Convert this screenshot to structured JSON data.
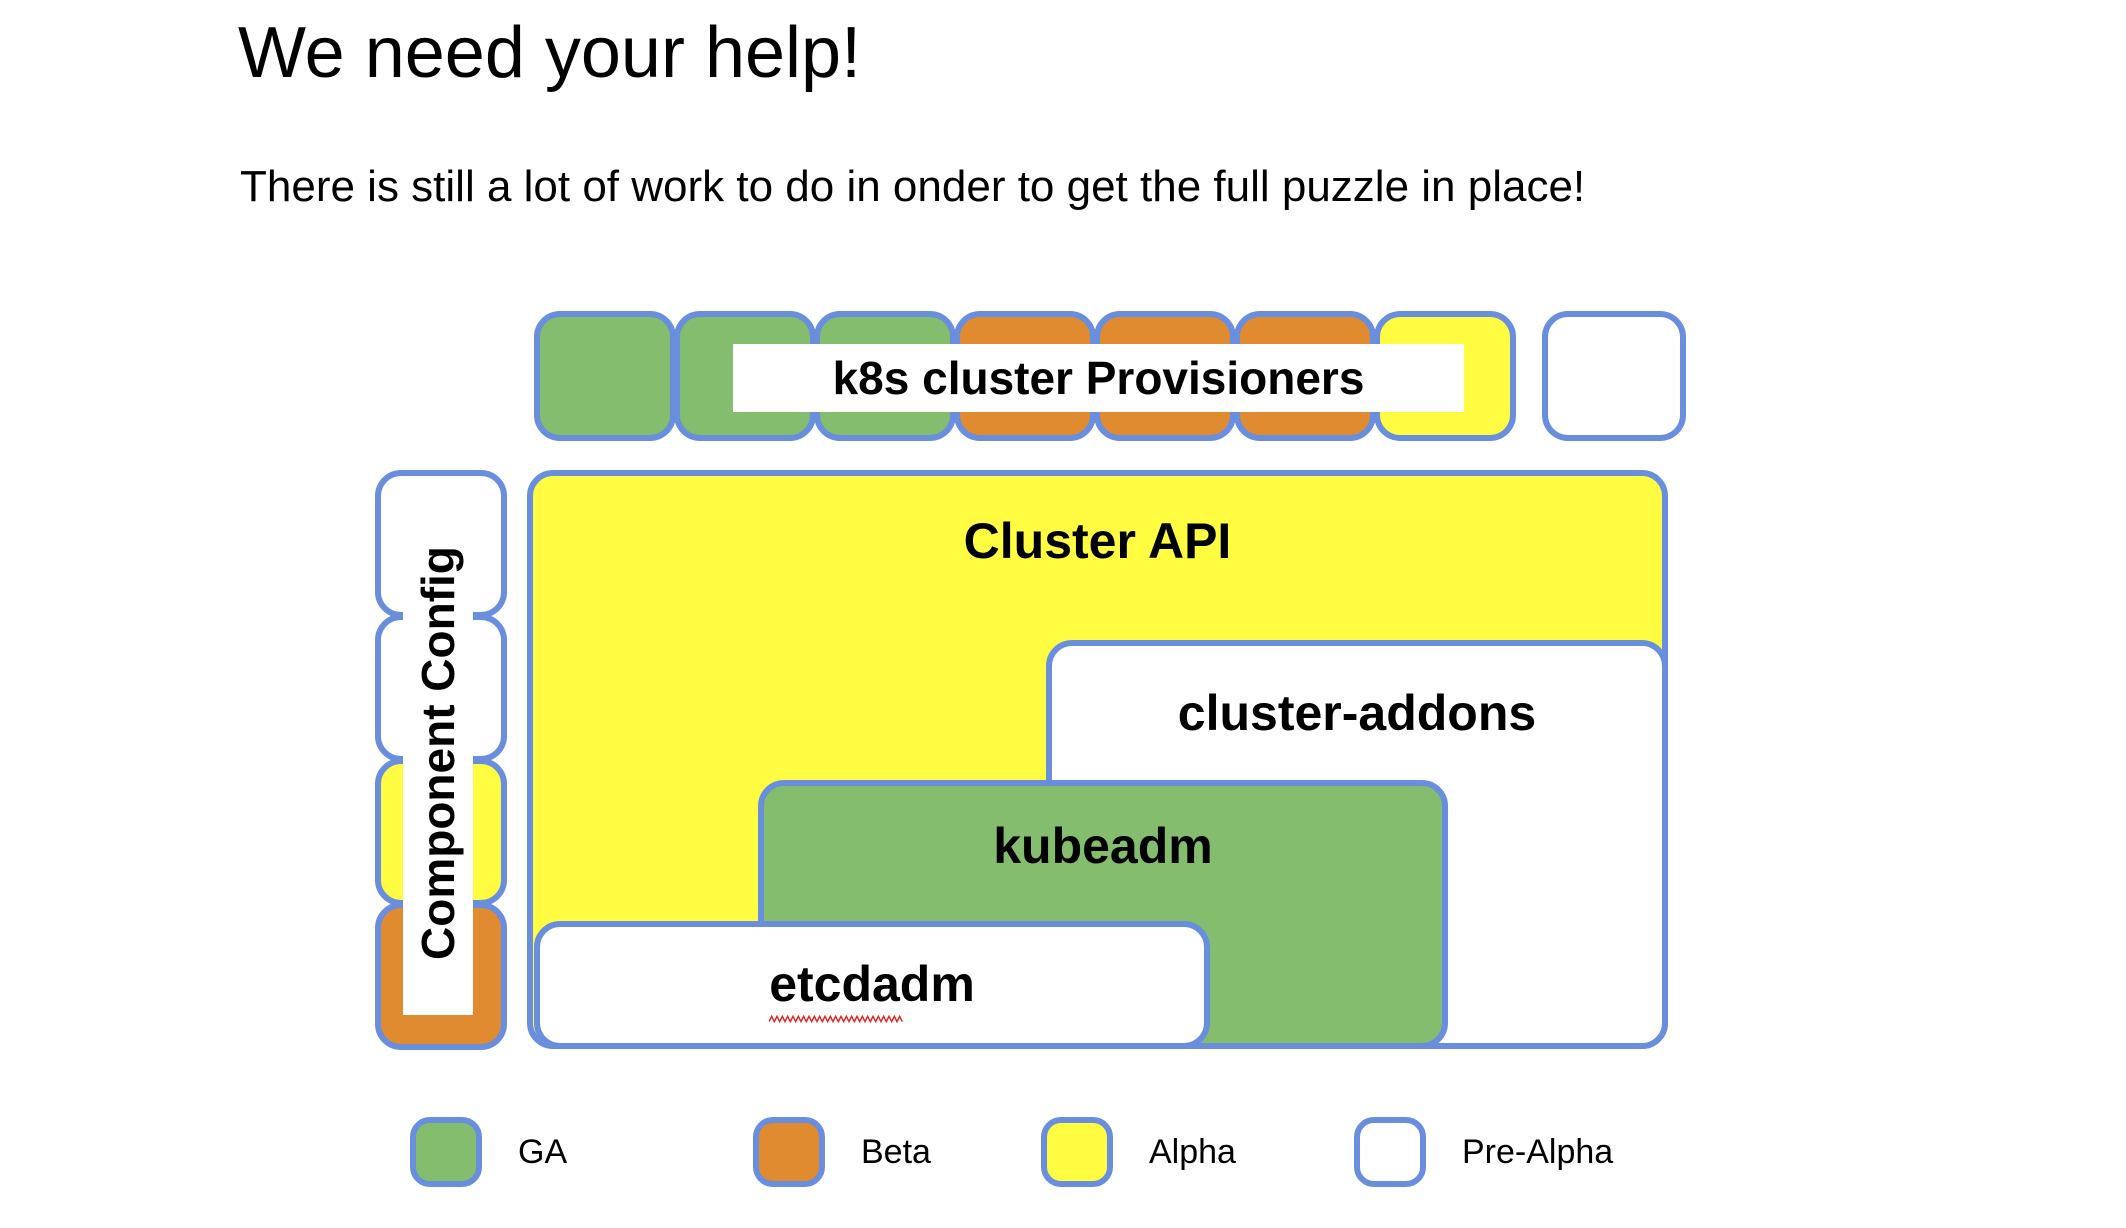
{
  "slide": {
    "title": "We need your help!",
    "subtitle": "There is still a lot of work to do in onder to get the full puzzle in place!"
  },
  "colors": {
    "ga": "#85bd6f",
    "beta": "#e08b30",
    "alpha": "#fffc42",
    "pre_alpha": "#ffffff",
    "border": "#6a8ede",
    "spellcheck_underline": "#e02020"
  },
  "provisioners": {
    "banner_label": "k8s cluster Provisioners",
    "boxes": [
      {
        "status": "GA"
      },
      {
        "status": "GA"
      },
      {
        "status": "GA"
      },
      {
        "status": "Beta"
      },
      {
        "status": "Beta"
      },
      {
        "status": "Beta"
      },
      {
        "status": "Alpha"
      },
      {
        "status": "Pre-Alpha"
      }
    ]
  },
  "component_config": {
    "banner_label": "Component Config",
    "boxes": [
      {
        "status": "Pre-Alpha"
      },
      {
        "status": "Pre-Alpha"
      },
      {
        "status": "Alpha"
      },
      {
        "status": "Beta"
      }
    ]
  },
  "stack": {
    "cluster_api": {
      "label": "Cluster API",
      "status": "Alpha"
    },
    "cluster_addons": {
      "label": "cluster-addons",
      "status": "Pre-Alpha"
    },
    "kubeadm": {
      "label": "kubeadm",
      "status": "GA"
    },
    "etcdadm": {
      "label": "etcdadm",
      "status": "Pre-Alpha",
      "spellcheck_flagged": true
    }
  },
  "legend": {
    "items": [
      {
        "label": "GA",
        "status": "GA"
      },
      {
        "label": "Beta",
        "status": "Beta"
      },
      {
        "label": "Alpha",
        "status": "Alpha"
      },
      {
        "label": "Pre-Alpha",
        "status": "Pre-Alpha"
      }
    ]
  }
}
